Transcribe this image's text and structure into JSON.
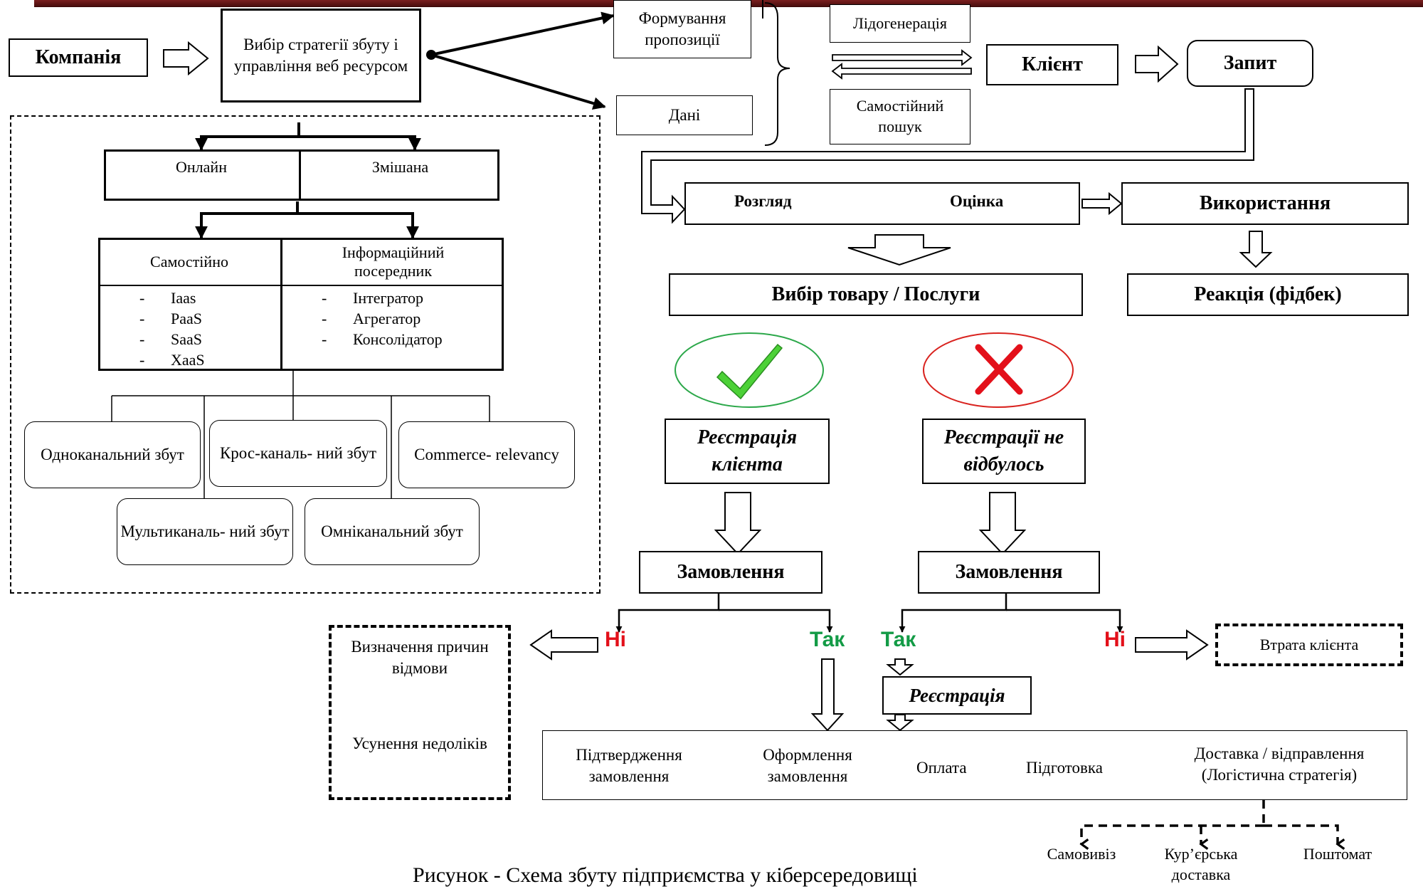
{
  "company": "Компанія",
  "strategy": "Вибір стратегії збуту і управління веб ресурсом",
  "proposal": "Формування пропозиції",
  "data_box": "Дані",
  "leadgen": "Лідогенерація",
  "self_search": "Самостійний пошук",
  "client": "Клієнт",
  "request": "Запит",
  "review": "Розгляд",
  "evaluation": "Оцінка",
  "usage": "Використання",
  "choice": "Вибір товару / Послуги",
  "feedback": "Реакція (фідбек)",
  "reg_client": "Реєстрація клієнта",
  "reg_none": "Реєстрації не відбулось",
  "order": "Замовлення",
  "no": "Ні",
  "yes": "Так",
  "reasons": "Визначення причин відмови",
  "fix": "Усунення недоліків",
  "loss": "Втрата клієнта",
  "registration": "Реєстрація",
  "process": {
    "confirm": "Підтвердження замовлення",
    "formalize": "Оформлення замовлення",
    "payment": "Оплата",
    "prep": "Підготовка",
    "delivery": "Доставка / відправлення (Логістична стратегія)"
  },
  "delivery_options": {
    "pickup": "Самовивіз",
    "courier": "Кур’єрська доставка",
    "postomat": "Поштомат"
  },
  "online": "Онлайн",
  "mixed": "Змішана",
  "independent": "Самостійно",
  "intermediary": "Інформаційний посередник",
  "independent_items": [
    "Iaas",
    "PaaS",
    "SaaS",
    "XaaS"
  ],
  "intermediary_items": [
    "Інтегратор",
    "Агрегатор",
    "Консолідатор"
  ],
  "channels": {
    "single": "Одноканальний збут",
    "cross": "Крос-каналь- ний збут",
    "commerce": "Commerce- relevancy",
    "multi": "Мультиканаль- ний збут",
    "omni": "Омніканальний збут"
  },
  "caption": "Рисунок - Схема збуту підприємства у кіберсередовищі",
  "colors": {
    "check_green": "#4cd137",
    "check_ring": "#2ca84a",
    "cross_red": "#e3101a",
    "cross_ring": "#d9231f",
    "top_bar": "#5a1414"
  },
  "icons": [
    "check-icon",
    "cross-icon"
  ]
}
